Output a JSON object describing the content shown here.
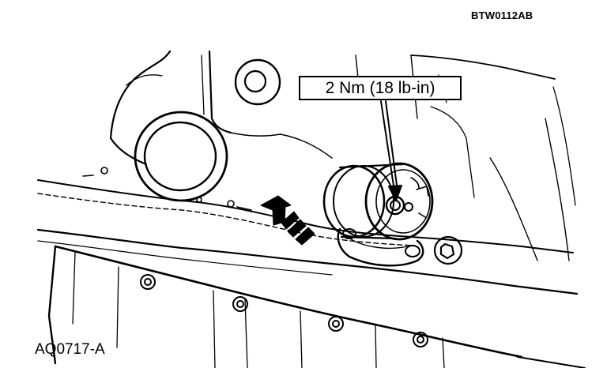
{
  "figure": {
    "reference_top": "BTW0112AB",
    "reference_bottom": "AQ0717-A",
    "torque_callout": "2 Nm (18 lb-in)"
  },
  "colors": {
    "ink": "#000000",
    "paper": "#ffffff"
  },
  "icons": [
    "direction-arrow-icon",
    "bolt-icon"
  ]
}
